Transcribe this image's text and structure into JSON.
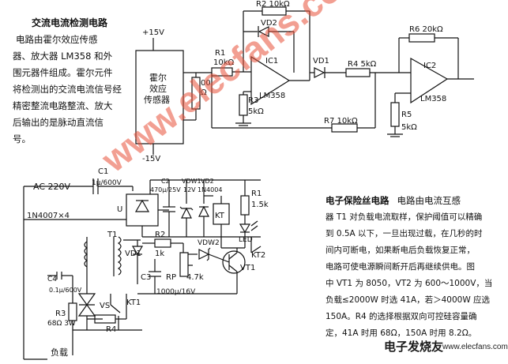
{
  "top_section": {
    "title": "交流电流检测电路",
    "body_lines": [
      "电路由霍尔效应传感",
      "器、放大器 LM358 和外",
      "围元器件组成。霍尔元件",
      "将检测出的交流电流信号经",
      "精密整流电路整流、放大",
      "后输出的是脉动直流信",
      "号。"
    ],
    "labels": {
      "vplus": "+15V",
      "vminus": "-15V",
      "sensor_line1": "霍尔",
      "sensor_line2": "效应",
      "sensor_line3": "传感器",
      "r_partial_a": "00",
      "r_partial_b": "Ω",
      "r1": "R1",
      "r1_val": "10kΩ",
      "r2": "R2 10kΩ",
      "vd2": "VD2",
      "ic1": "IC1",
      "lm358_1": "LM358",
      "r3": "R3",
      "r3_val": "5kΩ",
      "vd1": "VD1",
      "r4": "R4 5kΩ",
      "r6": "R6 20kΩ",
      "ic2": "IC2",
      "lm358_2": "LM358",
      "r5": "R5",
      "r5_val": "5kΩ",
      "r7": "R7 10kΩ"
    }
  },
  "bottom_section": {
    "title": "电子保险丝电路",
    "body_first": "电路由电流互感",
    "body_lines": [
      "器 T1 对负载电流取样，保护阈值可以精确",
      "到 0.5A 以下，一旦出现过载，在几秒的时",
      "间内可断电，如果断电后负载恢复正常，",
      "电路可使电源瞬间断开后再继续供电。图",
      "中 VT1 为 8050，VT2 为 600～1000V，当",
      "负载≤2000W 时选 41A，若＞4000W 应选",
      "150A。R4 的选择根据双向可控硅容量确",
      "定，41A 时用 68Ω，150A 时用 8.2Ω。"
    ],
    "labels": {
      "ac": "AC 220V",
      "c1": "C1",
      "c1_val": "1μ/600V",
      "c2": "C2",
      "c2_val": "470μ/25V",
      "vdw1": "VDW1",
      "vdw1_val": "12V",
      "vd2": "VD2",
      "vd2_val": "1N4004",
      "r1": "R1",
      "r1_val": "1.5k",
      "u": "U",
      "kt": "KT",
      "led": "LED",
      "bridge_note": "1N4007×4",
      "t1": "T1",
      "vd1": "VD1",
      "r2": "R2",
      "r2_val": "1k",
      "vdw2": "VDW2",
      "kt2": "KT2",
      "vt1": "VT1",
      "c3": "C3",
      "rp": "RP",
      "rp_val": "4.7k",
      "c3_val": "1000μ/16V",
      "c4": "C4",
      "c4_val": "0.1μ/600V",
      "r3": "R3",
      "r3_val": "68Ω 3W",
      "vs": "VS",
      "kt1": "KT1",
      "r4": "R4",
      "load": "负载"
    }
  },
  "watermark": "www.elecfans.com",
  "logo": {
    "cn": "电子发烧友",
    "url": "www.elecfans.com"
  }
}
